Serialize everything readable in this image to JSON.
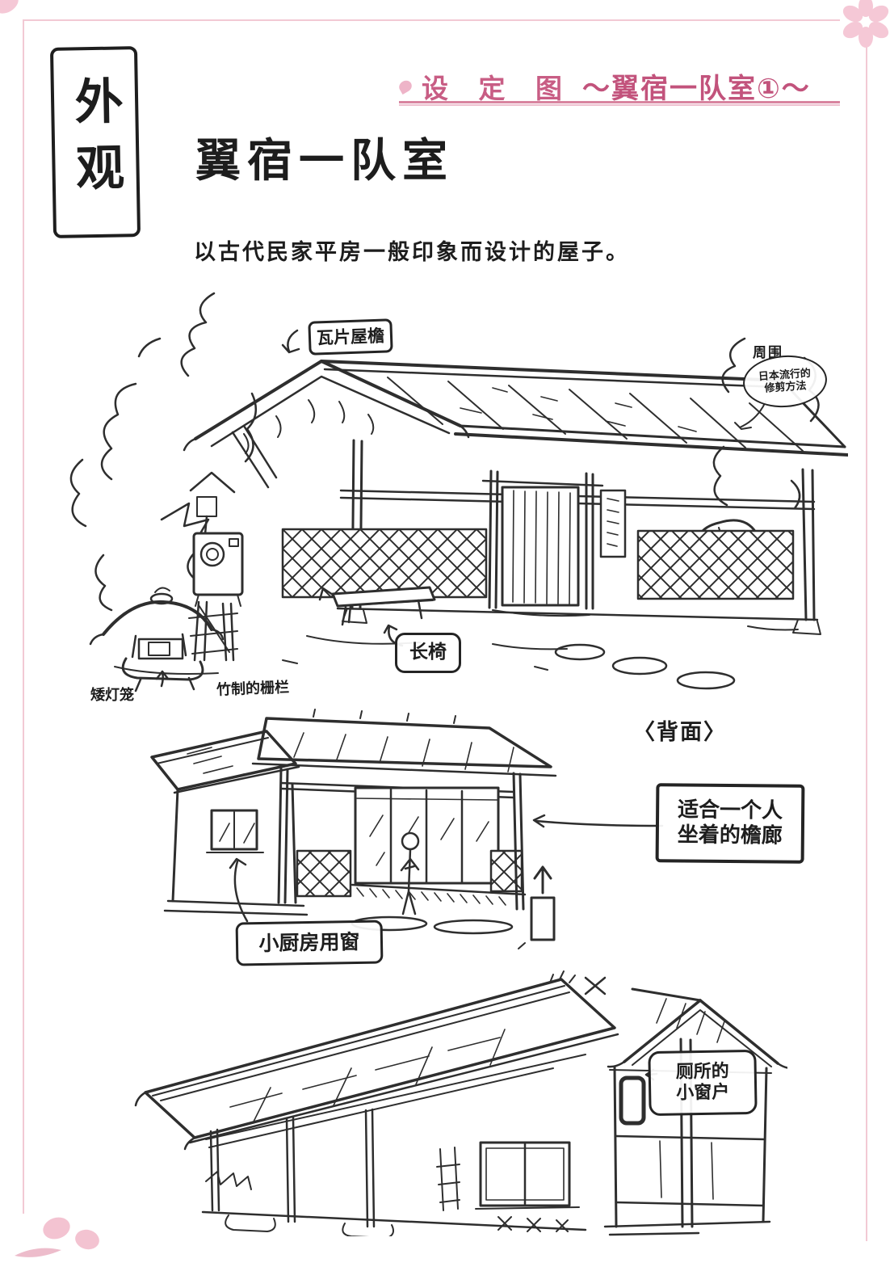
{
  "theme": {
    "accent_pink": "#c85d84",
    "frame_pink": "#f2c9d4",
    "petal_pink": "#f5c8d6",
    "ink": "#232323"
  },
  "header": {
    "title": "设 定 图",
    "series": "～翼宿一队室①～"
  },
  "side_tag": {
    "text": "外观"
  },
  "intro": {
    "title": "翼宿一队室",
    "description": "以古代民家平房一般印象而设计的屋子。"
  },
  "front_view": {
    "roof_label": "瓦片屋檐",
    "surroundings_label": "周围",
    "pruning_note_line1": "日本流行的",
    "pruning_note_line2": "修剪方法",
    "bench_label": "长椅",
    "lantern_label": "矮灯笼",
    "fence_label": "竹制的栅栏"
  },
  "back_view": {
    "caption": "〈背面〉",
    "veranda_note_line1": "适合一个人",
    "veranda_note_line2": "坐着的檐廊",
    "kitchen_window_label": "小厨房用窗"
  },
  "corner_view": {
    "toilet_note_line1": "厕所的",
    "toilet_note_line2": "小窗户"
  }
}
